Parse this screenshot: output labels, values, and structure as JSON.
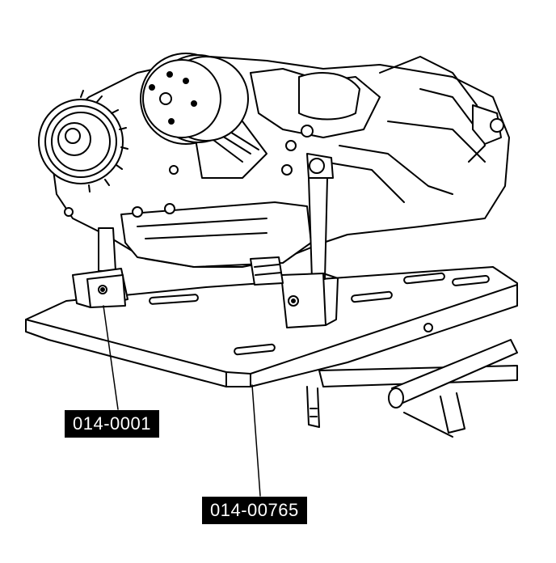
{
  "callouts": [
    {
      "id": "support-arm",
      "text": "014-0001"
    },
    {
      "id": "mounting-plate",
      "text": "014-00765"
    }
  ],
  "colors": {
    "line": "#000000",
    "fill": "#ffffff",
    "label_bg": "#000000",
    "label_text": "#ffffff"
  }
}
